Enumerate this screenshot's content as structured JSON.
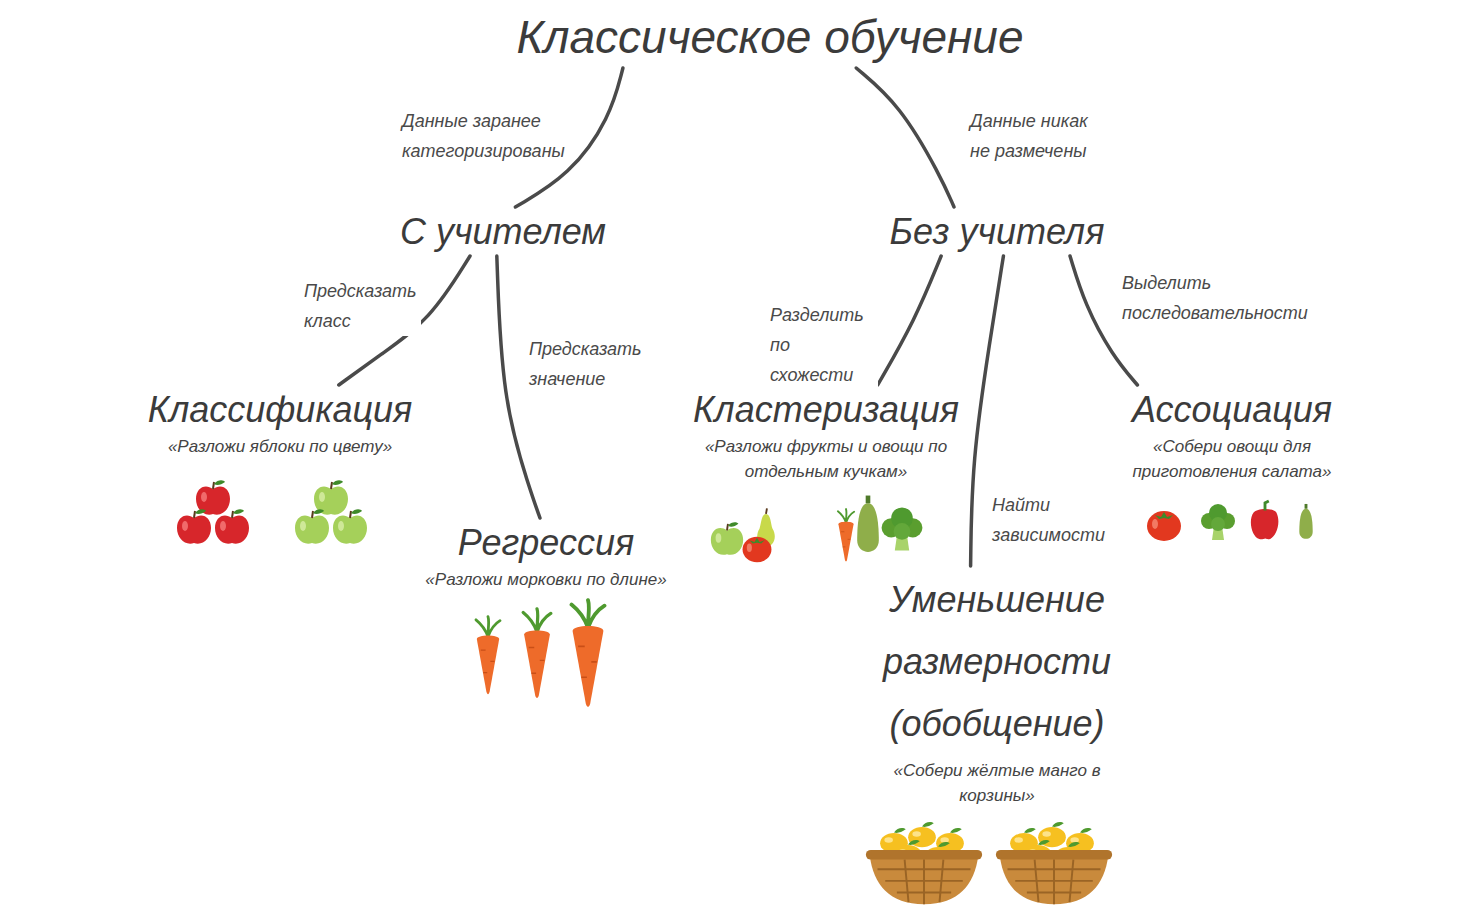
{
  "diagram": {
    "nodes": [
      {
        "text": [
          "Классическое обучение"
        ]
      },
      {
        "text": [
          "С учителем"
        ]
      },
      {
        "text": [
          "Без учителя"
        ]
      },
      {
        "text": [
          "Классификация",
          "«Разложи яблоки по цвету»"
        ]
      },
      {
        "text": [
          "Регрессия",
          "«Разложи морковки по длине»"
        ]
      },
      {
        "text": [
          "Кластеризация",
          "«Разложи фрукты и овощи по отдельным кучкам»"
        ]
      },
      {
        "text": [
          "Уменьшение размерности (обобщение)",
          "«Собери жёлтые манго в корзины»"
        ]
      },
      {
        "text": [
          "Ассоциация",
          "«Собери овощи для приготовления салата»"
        ]
      }
    ],
    "edges": [
      {
        "from": 0,
        "to": 1,
        "arrow": "none",
        "label": "Данные заранее категоризированы"
      },
      {
        "from": 0,
        "to": 2,
        "arrow": "none",
        "label": "Данные никак не размечены"
      },
      {
        "from": 1,
        "to": 3,
        "arrow": "none",
        "label": "Предсказать класс"
      },
      {
        "from": 1,
        "to": 4,
        "arrow": "none",
        "label": "Предсказать значение"
      },
      {
        "from": 2,
        "to": 5,
        "arrow": "none",
        "label": "Разделить по схожести"
      },
      {
        "from": 2,
        "to": 6,
        "arrow": "none",
        "label": "Найти зависимости"
      },
      {
        "from": 2,
        "to": 7,
        "arrow": "none",
        "label": "Выделить последовательности"
      }
    ]
  }
}
